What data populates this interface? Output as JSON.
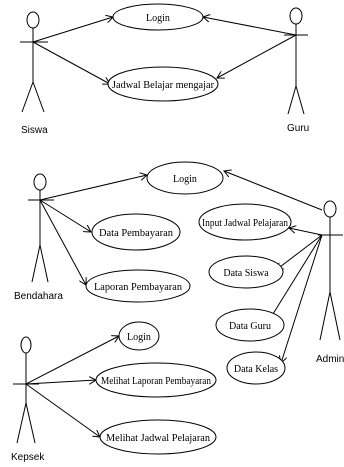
{
  "diagram": {
    "actors": [
      {
        "id": "siswa",
        "label": "Siswa"
      },
      {
        "id": "guru",
        "label": "Guru"
      },
      {
        "id": "bendahara",
        "label": "Bendahara"
      },
      {
        "id": "admin",
        "label": "Admin"
      },
      {
        "id": "kepsek",
        "label": "Kepsek"
      }
    ],
    "usecases": [
      {
        "id": "uc1",
        "label": "Login"
      },
      {
        "id": "uc2",
        "label": "Jadwal Belajar mengajar"
      },
      {
        "id": "uc3",
        "label": "Login"
      },
      {
        "id": "uc4",
        "label": "Data Pembayaran"
      },
      {
        "id": "uc5",
        "label": "Input Jadwal Pelajaran"
      },
      {
        "id": "uc6",
        "label": "Laporan Pembayaran"
      },
      {
        "id": "uc7",
        "label": "Data Siswa"
      },
      {
        "id": "uc8",
        "label": "Data Guru"
      },
      {
        "id": "uc9",
        "label": "Data Kelas"
      },
      {
        "id": "uc10",
        "label": "Login"
      },
      {
        "id": "uc11",
        "label": "Melihat Laporan Pembayaran"
      },
      {
        "id": "uc12",
        "label": "Melihat Jadwal Pelajaran"
      }
    ],
    "associations": [
      {
        "from": "siswa",
        "to": "uc1"
      },
      {
        "from": "siswa",
        "to": "uc2"
      },
      {
        "from": "guru",
        "to": "uc1"
      },
      {
        "from": "guru",
        "to": "uc2"
      },
      {
        "from": "bendahara",
        "to": "uc3"
      },
      {
        "from": "bendahara",
        "to": "uc4"
      },
      {
        "from": "bendahara",
        "to": "uc6"
      },
      {
        "from": "admin",
        "to": "uc3"
      },
      {
        "from": "admin",
        "to": "uc5"
      },
      {
        "from": "admin",
        "to": "uc7"
      },
      {
        "from": "admin",
        "to": "uc8"
      },
      {
        "from": "admin",
        "to": "uc9"
      },
      {
        "from": "kepsek",
        "to": "uc10"
      },
      {
        "from": "kepsek",
        "to": "uc11"
      },
      {
        "from": "kepsek",
        "to": "uc12"
      }
    ]
  }
}
